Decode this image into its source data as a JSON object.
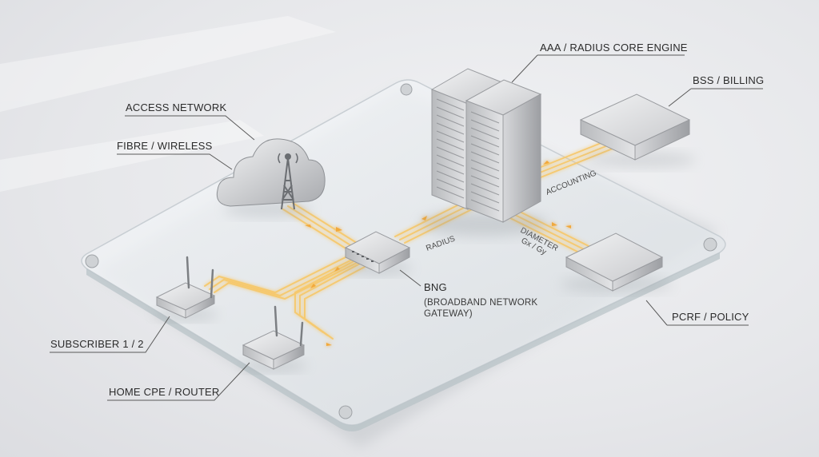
{
  "labels": {
    "access_network": "ACCESS NETWORK",
    "fibre_wireless": "FIBRE / WIRELESS",
    "aaa": "AAA / RADIUS CORE ENGINE",
    "bss": "BSS / BILLING",
    "bng": "BNG",
    "bng_desc_1": "(BROADBAND NETWORK",
    "bng_desc_2": "GATEWAY)",
    "pcrf": "PCRF / POLICY",
    "subscriber": "SUBSCRIBER 1 / 2",
    "home_cpe": "HOME CPE / ROUTER"
  },
  "links": {
    "radius": "RADIUS",
    "accounting": "ACCOUNTING",
    "diameter": "DIAMETER",
    "gx_gy": "Gx / Gy"
  },
  "colors": {
    "glow": "#f7c86a",
    "glow_core": "#fff3cf",
    "metal_light": "#e9eaec",
    "metal_dark": "#a9abaf"
  }
}
